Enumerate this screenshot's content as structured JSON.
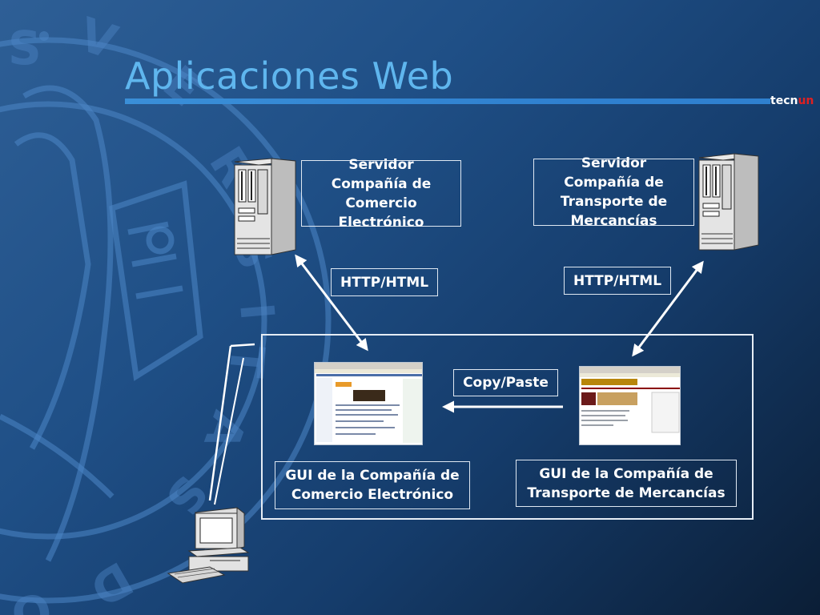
{
  "slide": {
    "title": "Aplicaciones Web",
    "logo": {
      "part1": "tecn",
      "part2": "un"
    }
  },
  "labels": {
    "server_ecommerce": "Servidor Compañía de Comercio Electrónico",
    "server_transport": "Servidor Compañía de Transporte de Mercancías",
    "http_left": "HTTP/HTML",
    "http_right": "HTTP/HTML",
    "copy_paste": "Copy/Paste",
    "gui_ecommerce": "GUI de la Compañía de Comercio Electrónico",
    "gui_transport": "GUI de la Compañía de Transporte de Mercancías"
  },
  "icons": [
    "server-icon",
    "desktop-computer-icon",
    "browser-screenshot-icon"
  ],
  "colors": {
    "title": "#5fb6ee",
    "rule": "#2f80cf",
    "box_border": "#dfe8f2",
    "arrow": "#ffffff"
  }
}
